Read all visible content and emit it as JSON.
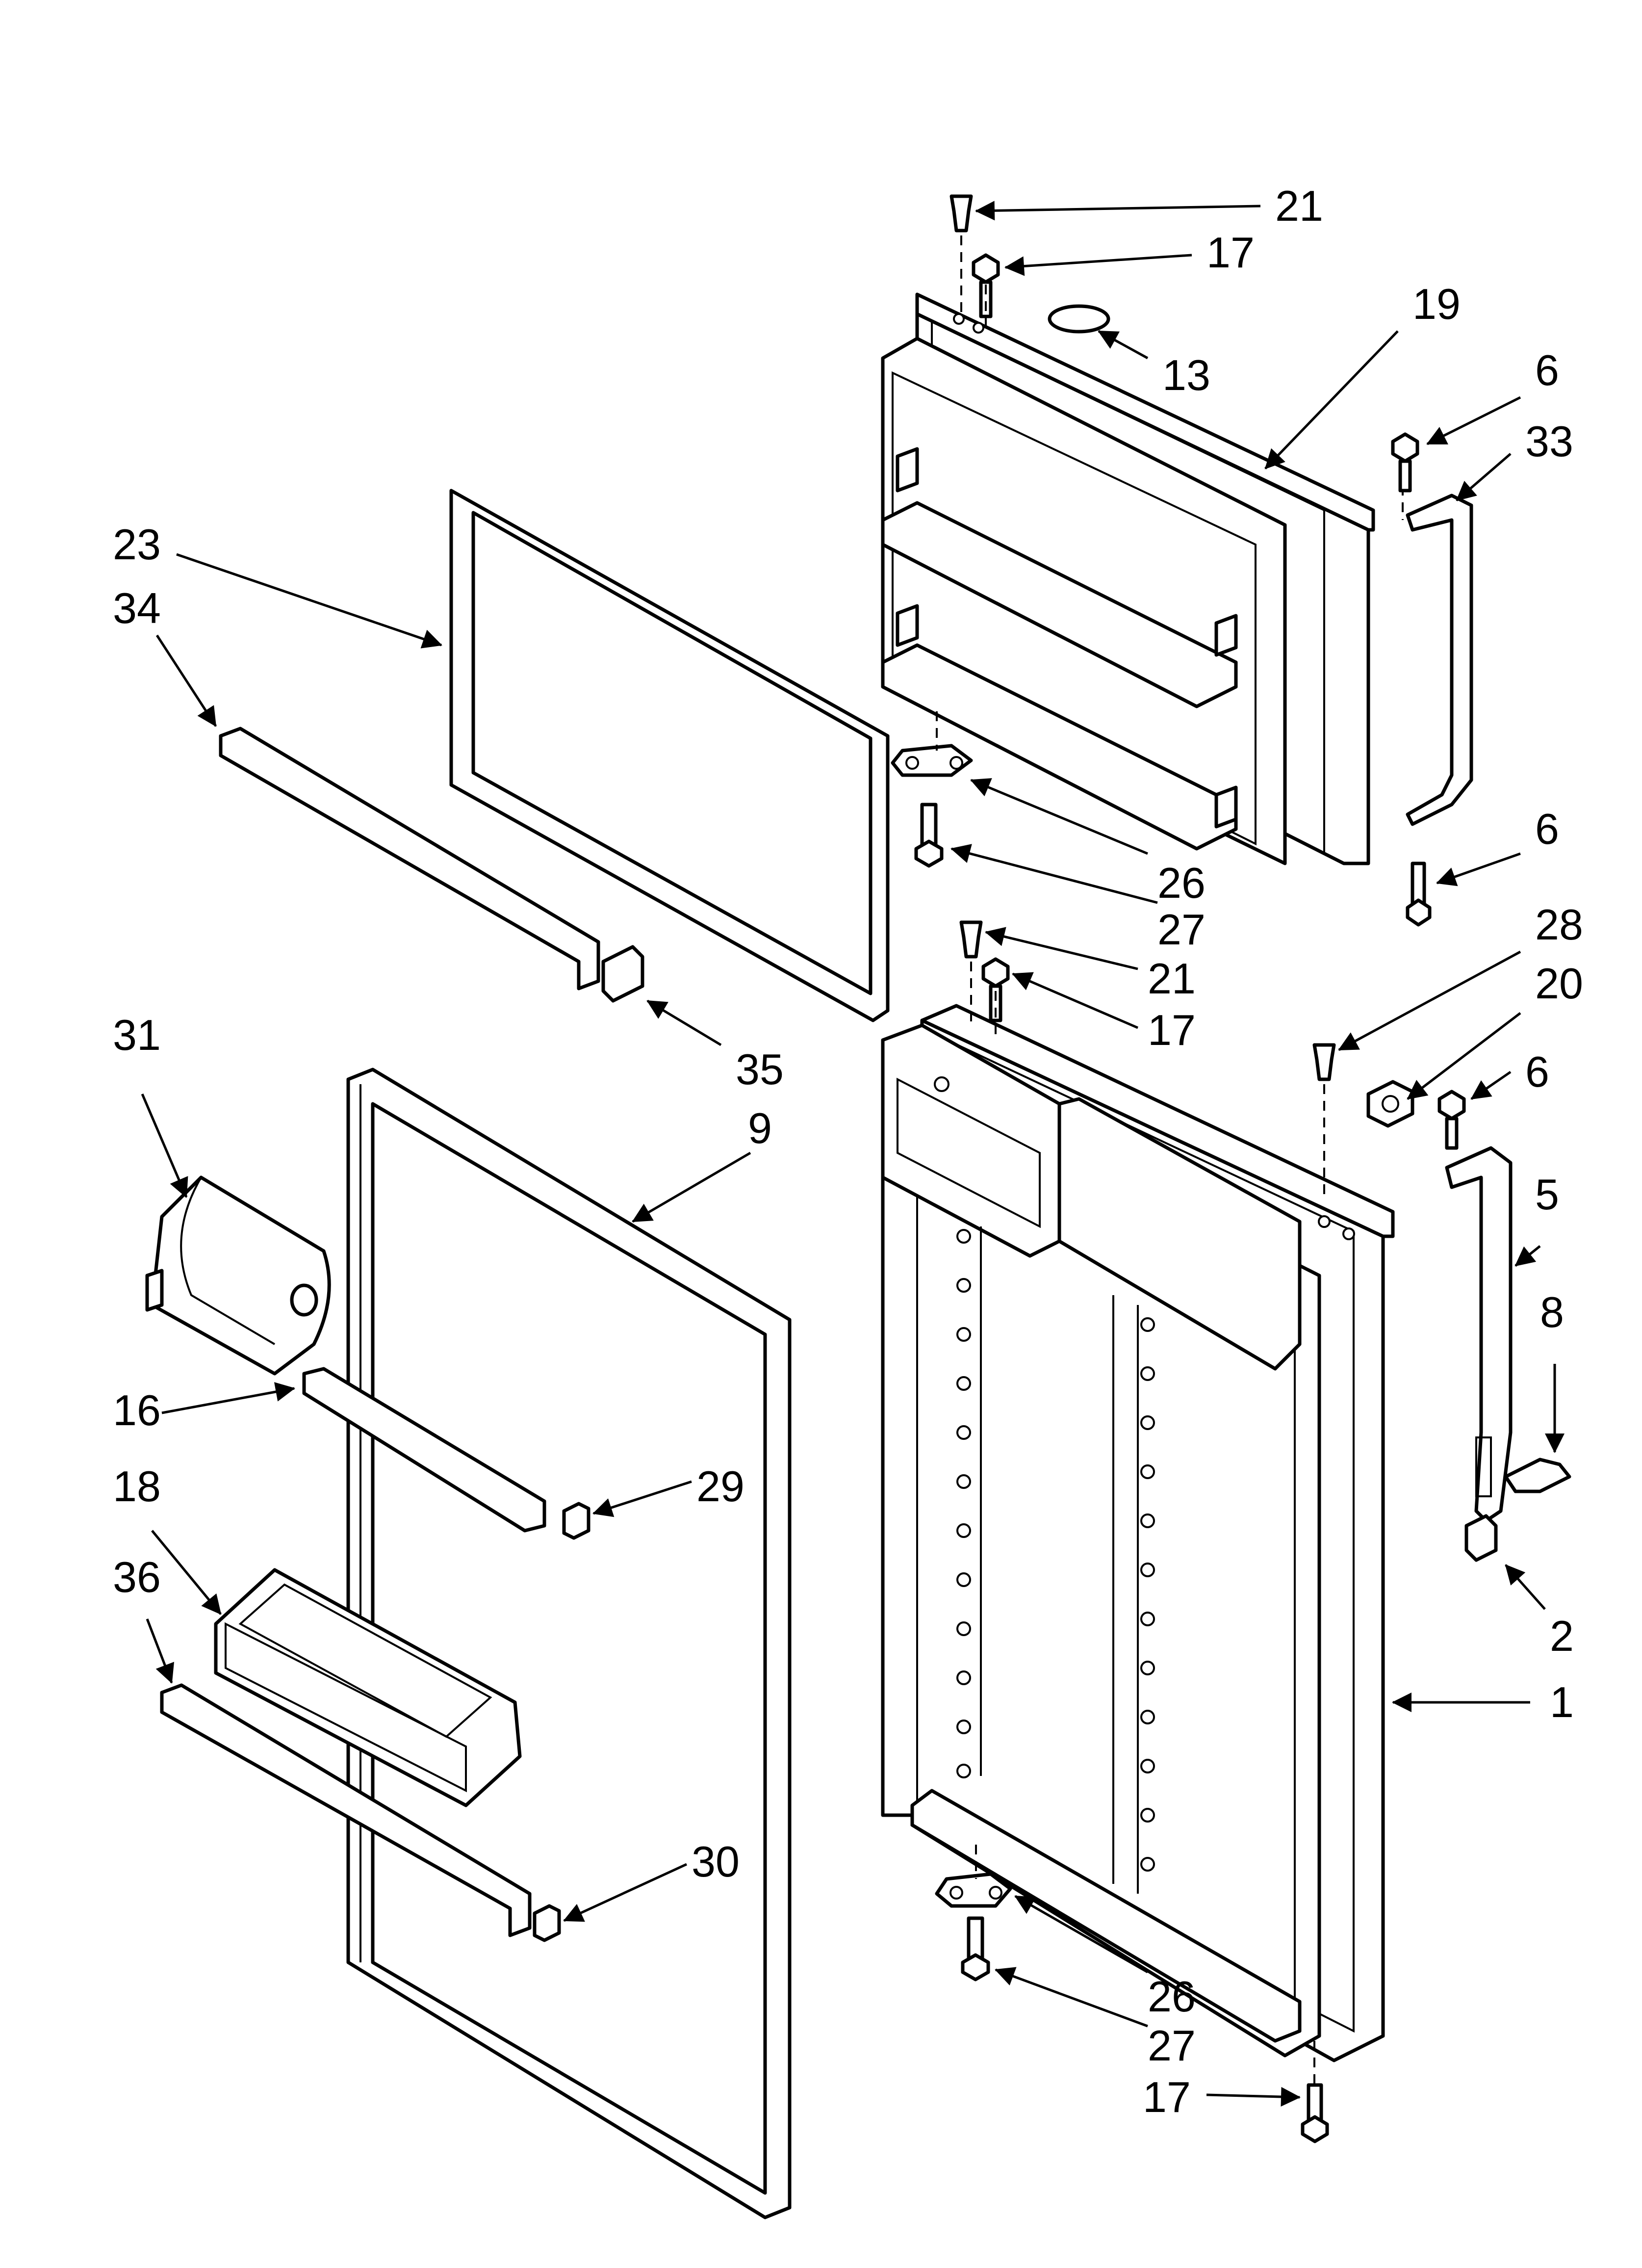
{
  "callouts": [
    {
      "id": "c21a",
      "label": "21"
    },
    {
      "id": "c17a",
      "label": "17"
    },
    {
      "id": "c13",
      "label": "13"
    },
    {
      "id": "c19",
      "label": "19"
    },
    {
      "id": "c6a",
      "label": "6"
    },
    {
      "id": "c33",
      "label": "33"
    },
    {
      "id": "c23",
      "label": "23"
    },
    {
      "id": "c34",
      "label": "34"
    },
    {
      "id": "c6b",
      "label": "6"
    },
    {
      "id": "c26a",
      "label": "26"
    },
    {
      "id": "c27a",
      "label": "27"
    },
    {
      "id": "c28",
      "label": "28"
    },
    {
      "id": "c21b",
      "label": "21"
    },
    {
      "id": "c20",
      "label": "20"
    },
    {
      "id": "c17b",
      "label": "17"
    },
    {
      "id": "c6c",
      "label": "6"
    },
    {
      "id": "c35",
      "label": "35"
    },
    {
      "id": "c31",
      "label": "31"
    },
    {
      "id": "c9",
      "label": "9"
    },
    {
      "id": "c5",
      "label": "5"
    },
    {
      "id": "c8",
      "label": "8"
    },
    {
      "id": "c16",
      "label": "16"
    },
    {
      "id": "c29",
      "label": "29"
    },
    {
      "id": "c18",
      "label": "18"
    },
    {
      "id": "c36",
      "label": "36"
    },
    {
      "id": "c2",
      "label": "2"
    },
    {
      "id": "c1",
      "label": "1"
    },
    {
      "id": "c30",
      "label": "30"
    },
    {
      "id": "c26b",
      "label": "26"
    },
    {
      "id": "c27b",
      "label": "27"
    },
    {
      "id": "c17c",
      "label": "17"
    }
  ]
}
